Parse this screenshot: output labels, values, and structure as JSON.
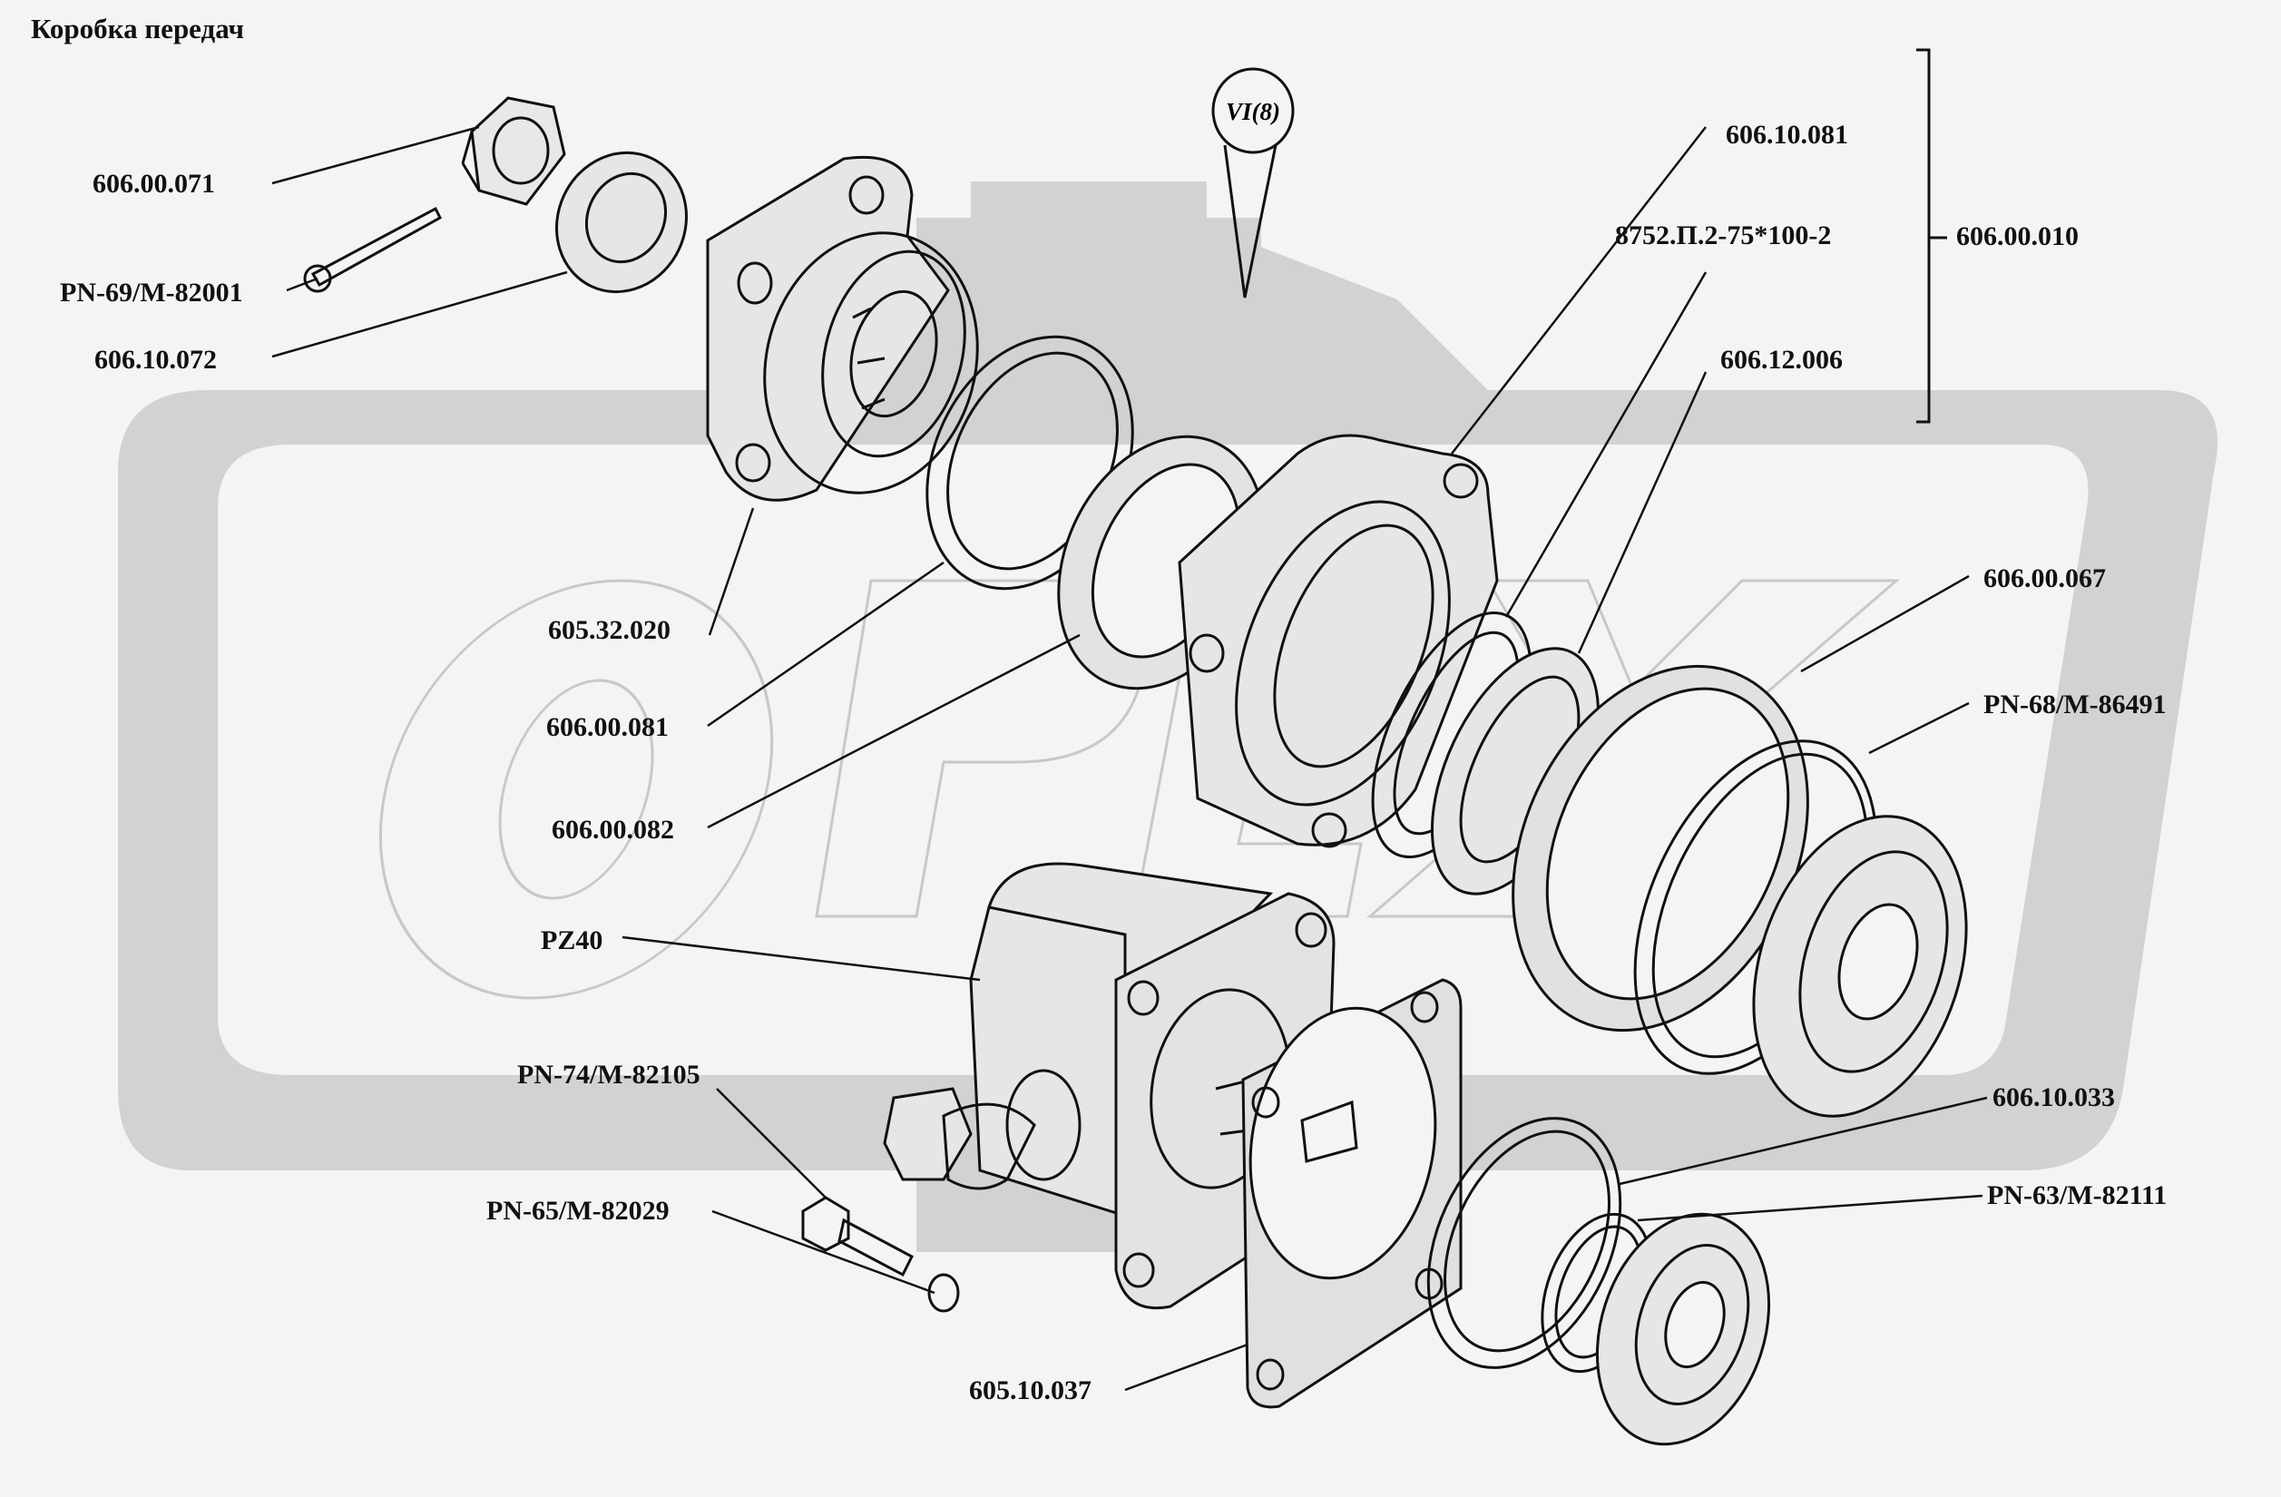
{
  "title": "Коробка передач",
  "view_ref": "VI(8)",
  "watermark": "ОРЕХ",
  "assembly_label": "606.00.010",
  "labels": {
    "l606_00_071": "606.00.071",
    "pn69": "PN-69/M-82001",
    "l606_10_072": "606.10.072",
    "l606_10_081": "606.10.081",
    "l8752": "8752.П.2-75*100-2",
    "l606_12_006": "606.12.006",
    "l605_32_020": "605.32.020",
    "l606_00_081": "606.00.081",
    "l606_00_082": "606.00.082",
    "l606_00_067": "606.00.067",
    "pn68": "PN-68/M-86491",
    "pz40": "PZ40",
    "pn74": "PN-74/M-82105",
    "pn65": "PN-65/M-82029",
    "l606_10_033": "606.10.033",
    "pn63": "PN-63/M-82111",
    "l605_10_037": "605.10.037"
  }
}
